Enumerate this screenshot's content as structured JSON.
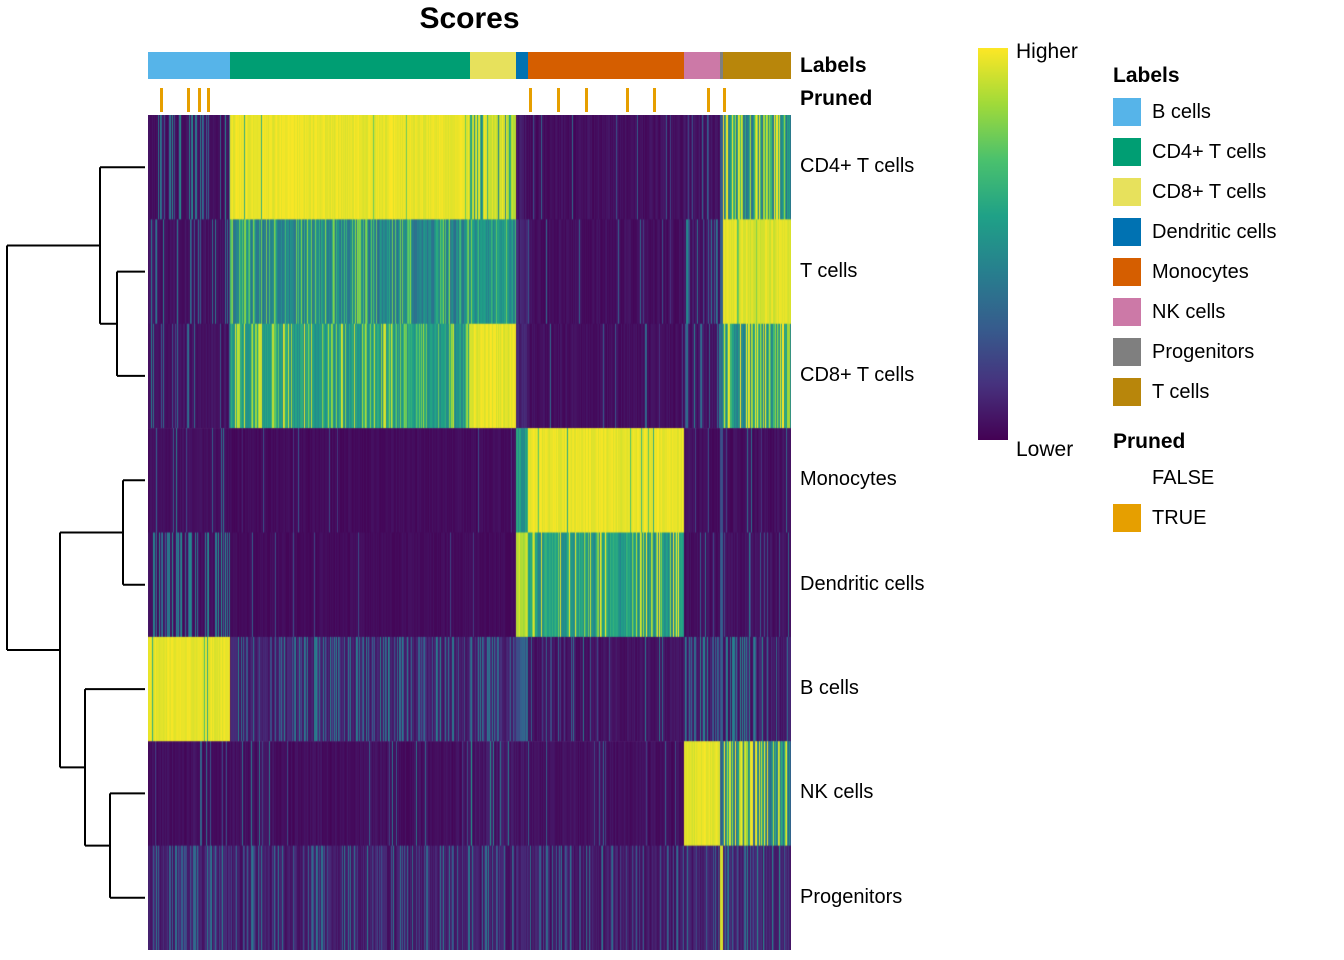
{
  "title": "Scores",
  "annotation_headers": {
    "labels": "Labels",
    "pruned": "Pruned"
  },
  "colorbar": {
    "high": "Higher",
    "low": "Lower"
  },
  "legend": {
    "labels_title": "Labels",
    "labels": [
      {
        "label": "B cells",
        "color": "#56B4E9"
      },
      {
        "label": "CD4+ T cells",
        "color": "#009E73"
      },
      {
        "label": "CD8+ T cells",
        "color": "#E7E15C"
      },
      {
        "label": "Dendritic cells",
        "color": "#0072B2"
      },
      {
        "label": "Monocytes",
        "color": "#D55E00"
      },
      {
        "label": "NK cells",
        "color": "#CC79A7"
      },
      {
        "label": "Progenitors",
        "color": "#7F7F7F"
      },
      {
        "label": "T cells",
        "color": "#B8860B"
      }
    ],
    "pruned_title": "Pruned",
    "pruned": [
      {
        "label": "FALSE",
        "color": "#FFFFFF"
      },
      {
        "label": "TRUE",
        "color": "#E69F00"
      }
    ]
  },
  "chart_data": {
    "type": "heatmap",
    "title": "Scores",
    "value_scale": {
      "high": "Higher",
      "low": "Lower"
    },
    "rows": [
      "CD4+ T cells",
      "T cells",
      "CD8+ T cells",
      "Monocytes",
      "Dendritic cells",
      "B cells",
      "NK cells",
      "Progenitors"
    ],
    "column_groups": [
      {
        "label": "B cells",
        "color": "#56B4E9",
        "frac": 0.128
      },
      {
        "label": "CD4+ T cells",
        "color": "#009E73",
        "frac": 0.373
      },
      {
        "label": "CD8+ T cells",
        "color": "#E7E15C",
        "frac": 0.072
      },
      {
        "label": "Dendritic cells",
        "color": "#0072B2",
        "frac": 0.018
      },
      {
        "label": "Monocytes",
        "color": "#D55E00",
        "frac": 0.242
      },
      {
        "label": "NK cells",
        "color": "#CC79A7",
        "frac": 0.056
      },
      {
        "label": "Progenitors",
        "color": "#7F7F7F",
        "frac": 0.005
      },
      {
        "label": "T cells",
        "color": "#B8860B",
        "frac": 0.106
      }
    ],
    "cells_note": "per row x column-group: [base_score, noise, streak_prob, streak_score] on 0..1 Lower..Higher scale",
    "cells": [
      [
        [
          0.04,
          0.03,
          0.22,
          0.38
        ],
        [
          0.97,
          0.03,
          0.02,
          0.72
        ],
        [
          0.93,
          0.06,
          0.28,
          0.55
        ],
        [
          0.06,
          0.04,
          0,
          0
        ],
        [
          0.04,
          0.03,
          0.08,
          0.3
        ],
        [
          0.05,
          0.04,
          0.15,
          0.32
        ],
        [
          0.3,
          0.05,
          0,
          0
        ],
        [
          0.5,
          0.18,
          0.35,
          0.95
        ]
      ],
      [
        [
          0.05,
          0.03,
          0.18,
          0.32
        ],
        [
          0.45,
          0.1,
          0.25,
          0.72
        ],
        [
          0.5,
          0.1,
          0.1,
          0.7
        ],
        [
          0.1,
          0.05,
          0,
          0
        ],
        [
          0.04,
          0.03,
          0.05,
          0.25
        ],
        [
          0.06,
          0.04,
          0.3,
          0.35
        ],
        [
          0.3,
          0.05,
          0,
          0
        ],
        [
          0.95,
          0.04,
          0.05,
          0.75
        ]
      ],
      [
        [
          0.05,
          0.03,
          0.18,
          0.32
        ],
        [
          0.55,
          0.1,
          0.25,
          0.85
        ],
        [
          0.96,
          0.04,
          0.05,
          0.75
        ],
        [
          0.1,
          0.05,
          0,
          0
        ],
        [
          0.04,
          0.03,
          0.05,
          0.25
        ],
        [
          0.06,
          0.04,
          0.3,
          0.35
        ],
        [
          0.35,
          0.05,
          0,
          0
        ],
        [
          0.55,
          0.15,
          0.3,
          0.95
        ]
      ],
      [
        [
          0.04,
          0.02,
          0.12,
          0.3
        ],
        [
          0.03,
          0.02,
          0.02,
          0.2
        ],
        [
          0.03,
          0.02,
          0.02,
          0.2
        ],
        [
          0.55,
          0.1,
          0,
          0
        ],
        [
          0.97,
          0.03,
          0.02,
          0.7
        ],
        [
          0.04,
          0.03,
          0.05,
          0.25
        ],
        [
          0.25,
          0.05,
          0,
          0
        ],
        [
          0.04,
          0.03,
          0.08,
          0.25
        ]
      ],
      [
        [
          0.05,
          0.03,
          0.35,
          0.4
        ],
        [
          0.03,
          0.02,
          0.02,
          0.2
        ],
        [
          0.03,
          0.02,
          0.02,
          0.2
        ],
        [
          0.9,
          0.05,
          0,
          0
        ],
        [
          0.55,
          0.12,
          0.25,
          0.9
        ],
        [
          0.04,
          0.03,
          0.05,
          0.25
        ],
        [
          0.3,
          0.05,
          0,
          0
        ],
        [
          0.05,
          0.03,
          0.12,
          0.3
        ]
      ],
      [
        [
          0.97,
          0.03,
          0.02,
          0.7
        ],
        [
          0.09,
          0.05,
          0.3,
          0.35
        ],
        [
          0.1,
          0.05,
          0.3,
          0.35
        ],
        [
          0.3,
          0.08,
          0,
          0
        ],
        [
          0.05,
          0.03,
          0.1,
          0.28
        ],
        [
          0.08,
          0.05,
          0.3,
          0.35
        ],
        [
          0.3,
          0.05,
          0,
          0
        ],
        [
          0.08,
          0.05,
          0.3,
          0.4
        ]
      ],
      [
        [
          0.04,
          0.03,
          0.1,
          0.3
        ],
        [
          0.04,
          0.03,
          0.08,
          0.3
        ],
        [
          0.06,
          0.04,
          0.22,
          0.5
        ],
        [
          0.06,
          0.04,
          0,
          0
        ],
        [
          0.04,
          0.03,
          0.05,
          0.25
        ],
        [
          0.96,
          0.04,
          0.02,
          0.7
        ],
        [
          0.3,
          0.05,
          0,
          0
        ],
        [
          0.45,
          0.2,
          0.35,
          0.95
        ]
      ],
      [
        [
          0.1,
          0.06,
          0.3,
          0.32
        ],
        [
          0.08,
          0.05,
          0.25,
          0.3
        ],
        [
          0.08,
          0.05,
          0.2,
          0.3
        ],
        [
          0.1,
          0.05,
          0,
          0
        ],
        [
          0.07,
          0.05,
          0.25,
          0.3
        ],
        [
          0.08,
          0.05,
          0.2,
          0.3
        ],
        [
          0.95,
          0.03,
          0,
          0
        ],
        [
          0.1,
          0.06,
          0.3,
          0.35
        ]
      ]
    ],
    "pruned_ticks_frac": [
      0.019,
      0.061,
      0.078,
      0.092,
      0.592,
      0.636,
      0.679,
      0.743,
      0.785,
      0.869,
      0.894
    ],
    "colormap_stops": [
      [
        0.0,
        "#440154"
      ],
      [
        0.143,
        "#46327E"
      ],
      [
        0.286,
        "#365C8D"
      ],
      [
        0.429,
        "#277F8E"
      ],
      [
        0.571,
        "#1FA187"
      ],
      [
        0.714,
        "#4AC16D"
      ],
      [
        0.857,
        "#A0DA39"
      ],
      [
        1.0,
        "#FDE725"
      ]
    ],
    "dendrogram_segments": [
      [
        140,
        156.6,
        112,
        156.6
      ],
      [
        140,
        260.9,
        112,
        260.9
      ],
      [
        112,
        156.6,
        112,
        260.9
      ],
      [
        140,
        52.2,
        95,
        52.2
      ],
      [
        112,
        208.8,
        95,
        208.8
      ],
      [
        95,
        52.2,
        95,
        208.8
      ],
      [
        140,
        365.3,
        118,
        365.3
      ],
      [
        140,
        469.7,
        118,
        469.7
      ],
      [
        118,
        365.3,
        118,
        469.7
      ],
      [
        140,
        678.4,
        105,
        678.4
      ],
      [
        140,
        782.8,
        105,
        782.8
      ],
      [
        105,
        678.4,
        105,
        782.8
      ],
      [
        140,
        574.1,
        80,
        574.1
      ],
      [
        105,
        730.6,
        80,
        730.6
      ],
      [
        80,
        574.1,
        80,
        730.6
      ],
      [
        118,
        417.5,
        55,
        417.5
      ],
      [
        80,
        652.4,
        55,
        652.4
      ],
      [
        55,
        417.5,
        55,
        652.4
      ],
      [
        95,
        130.5,
        2,
        130.5
      ],
      [
        55,
        535,
        2,
        535
      ],
      [
        2,
        130.5,
        2,
        535
      ]
    ]
  }
}
